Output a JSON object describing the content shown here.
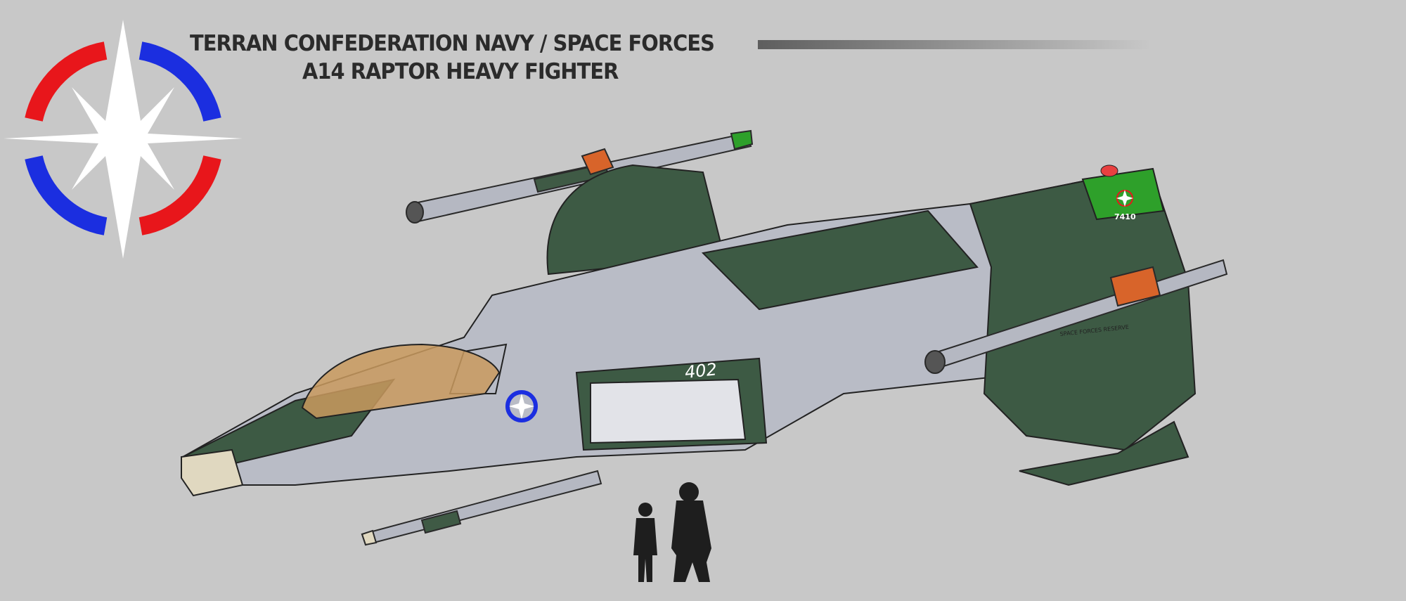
{
  "header": {
    "line1": "TERRAN CONFEDERATION NAVY / SPACE FORCES",
    "line2": "A14 RAPTOR HEAVY FIGHTER"
  },
  "markings": {
    "hull_number": "402",
    "tail_number": "7410",
    "reserve_label": "SPACE FORCES RESERVE"
  },
  "colors": {
    "background": "#c8c8c8",
    "emblem_red": "#e8161b",
    "emblem_blue": "#1b2ee0",
    "hull_green": "#3d5a44",
    "hull_grey": "#b9bcc6",
    "accent_green": "#2ea02a",
    "accent_orange": "#d8642a"
  }
}
